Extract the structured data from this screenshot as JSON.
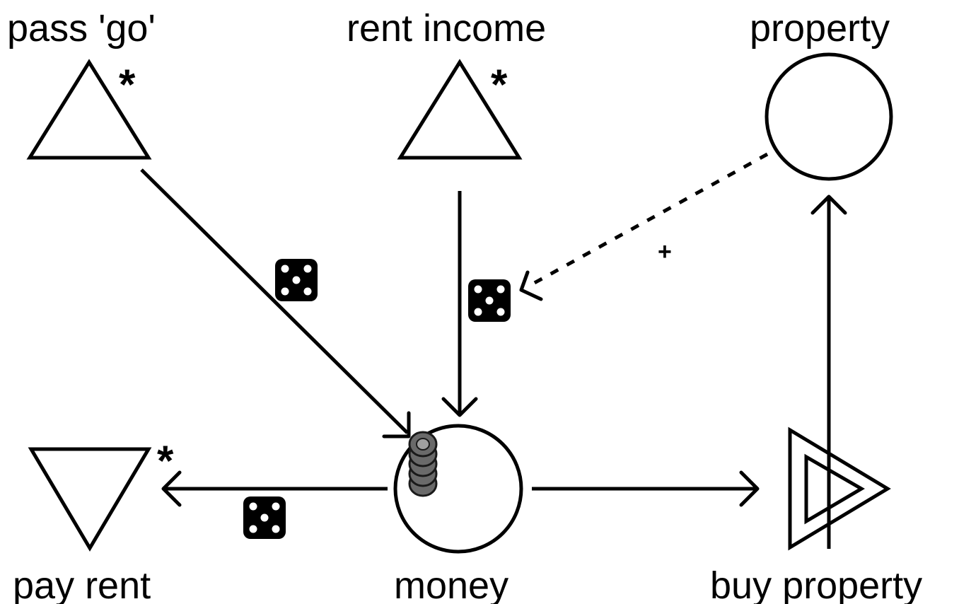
{
  "nodes": {
    "pass_go": {
      "label": "pass 'go'",
      "type": "source",
      "marker": "*"
    },
    "rent_income": {
      "label": "rent income",
      "type": "source",
      "marker": "*"
    },
    "property": {
      "label": "property",
      "type": "pool"
    },
    "pay_rent": {
      "label": "pay rent",
      "type": "drain",
      "marker": "*"
    },
    "money": {
      "label": "money",
      "type": "pool",
      "tokens": 5
    },
    "buy_property": {
      "label": "buy property",
      "type": "converter"
    }
  },
  "edges": [
    {
      "from": "pass 'go'",
      "to": "money",
      "modifier": "die"
    },
    {
      "from": "rent income",
      "to": "money",
      "modifier": "die"
    },
    {
      "from": "money",
      "to": "pay rent",
      "modifier": "die"
    },
    {
      "from": "money",
      "to": "buy property"
    },
    {
      "from": "buy property",
      "to": "property"
    },
    {
      "from": "property",
      "to": "rent income die",
      "style": "dashed",
      "label": "+"
    }
  ],
  "icons": {
    "modifier": "die-icon"
  },
  "colors": {
    "stroke": "#000000",
    "background": "#ffffff",
    "token": "#6a6a6a"
  }
}
